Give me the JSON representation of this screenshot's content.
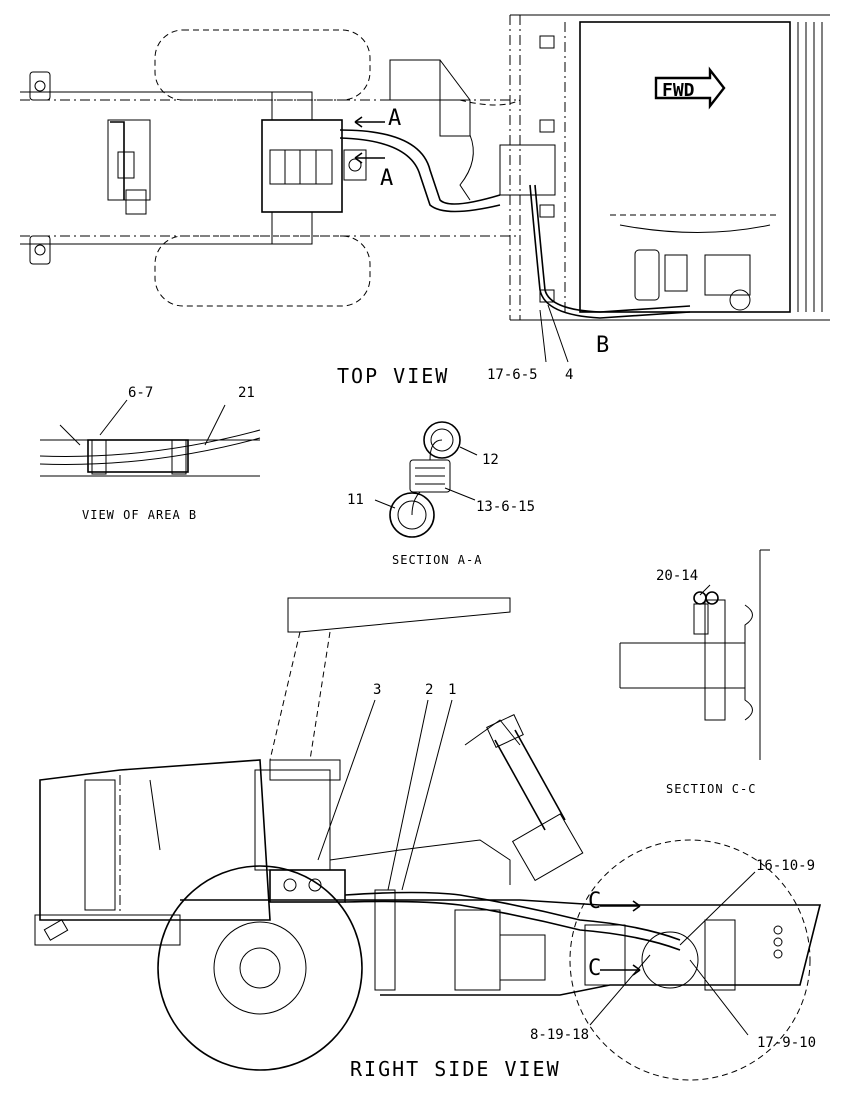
{
  "views": {
    "top_view": "TOP VIEW",
    "right_side_view": "RIGHT SIDE VIEW",
    "view_of_area_b": "VIEW OF AREA B",
    "section_a_a": "SECTION A-A",
    "section_c_c": "SECTION C-C"
  },
  "markers": {
    "fwd": "FWD",
    "a_upper": "A",
    "a_lower": "A",
    "b": "B",
    "c_upper": "C",
    "c_lower": "C"
  },
  "callouts": {
    "c_17_6_5": "17-6-5",
    "c_4": "4",
    "c_6_7": "6-7",
    "c_21": "21",
    "c_12": "12",
    "c_11": "11",
    "c_13_6_15": "13-6-15",
    "c_20_14": "20-14",
    "c_3": "3",
    "c_2": "2",
    "c_1": "1",
    "c_16_10_9": "16-10-9",
    "c_8_19_18": "8-19-18",
    "c_17_9_10": "17-9-10"
  }
}
